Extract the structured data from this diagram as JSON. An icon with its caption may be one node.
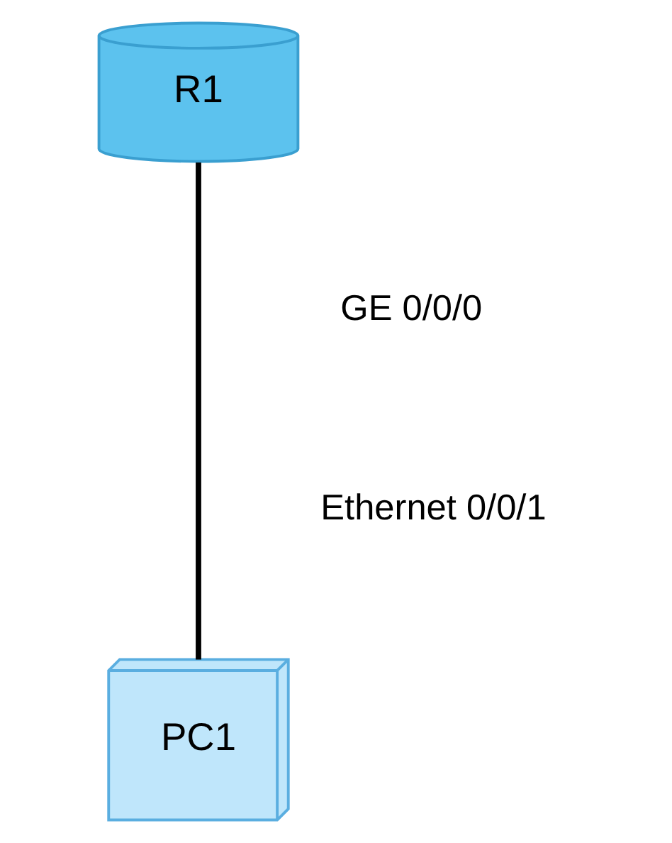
{
  "diagram": {
    "nodes": [
      {
        "text": [
          "R1"
        ]
      },
      {
        "text": [
          "PC1"
        ]
      }
    ],
    "edges": [
      {
        "from": 0,
        "to": 1,
        "arrow": "none"
      }
    ],
    "labels": [
      "GE 0/0/0",
      "Ethernet 0/0/1"
    ]
  }
}
